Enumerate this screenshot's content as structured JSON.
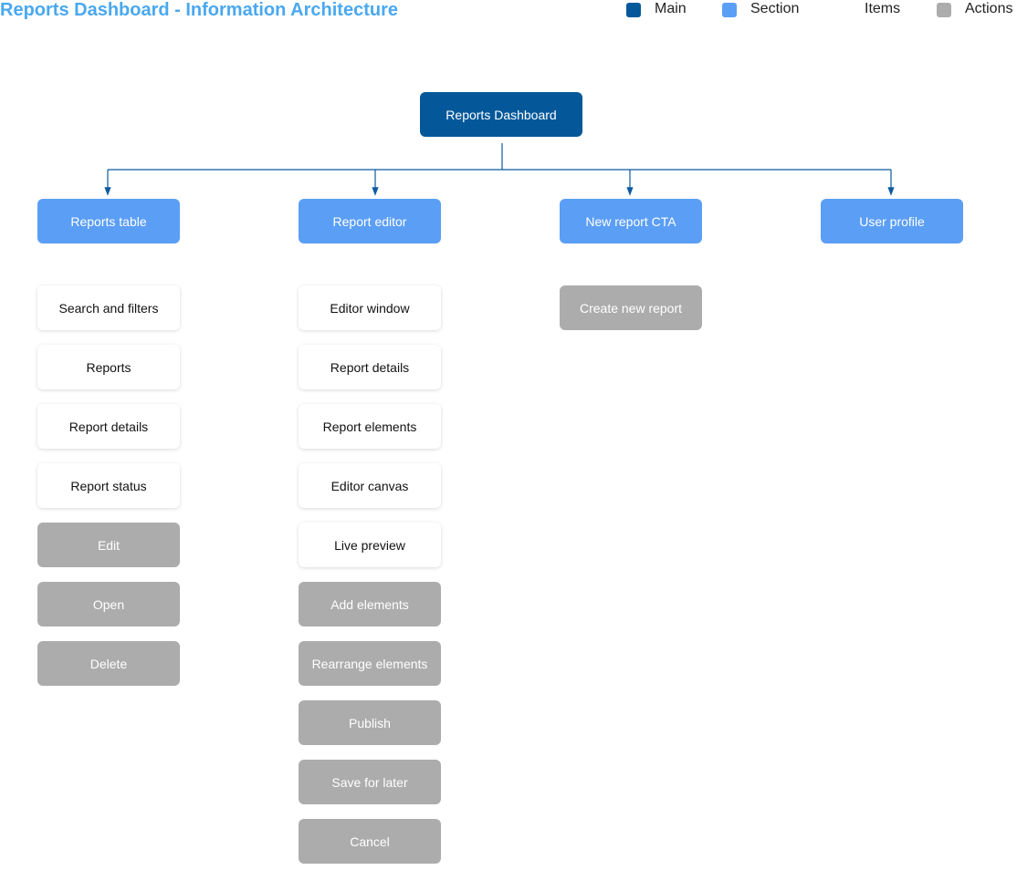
{
  "title": "Reports Dashboard - Information Architecture",
  "legend": [
    {
      "label": "Main",
      "color": "#04589a"
    },
    {
      "label": "Section",
      "color": "#5b9ef6"
    },
    {
      "label": "Items",
      "color": "#ffffff"
    },
    {
      "label": "Actions",
      "color": "#acacac"
    }
  ],
  "colors": {
    "main": "#04589a",
    "section": "#5b9ef6",
    "item": "#ffffff",
    "action": "#acacac",
    "connector": "#0c5aa0",
    "title": "#4aa8f0"
  },
  "root": {
    "label": "Reports Dashboard"
  },
  "sections": [
    {
      "label": "Reports table",
      "items": [
        "Search and filters",
        "Reports",
        "Report details",
        "Report status"
      ],
      "actions": [
        "Edit",
        "Open",
        "Delete"
      ]
    },
    {
      "label": "Report editor",
      "items": [
        "Editor window",
        "Report details",
        "Report elements",
        "Editor canvas",
        "Live preview"
      ],
      "actions": [
        "Add elements",
        "Rearrange elements",
        "Publish",
        "Save for later",
        "Cancel"
      ]
    },
    {
      "label": "New report CTA",
      "items": [],
      "actions": [
        "Create new report"
      ]
    },
    {
      "label": "User profile",
      "items": [],
      "actions": []
    }
  ]
}
